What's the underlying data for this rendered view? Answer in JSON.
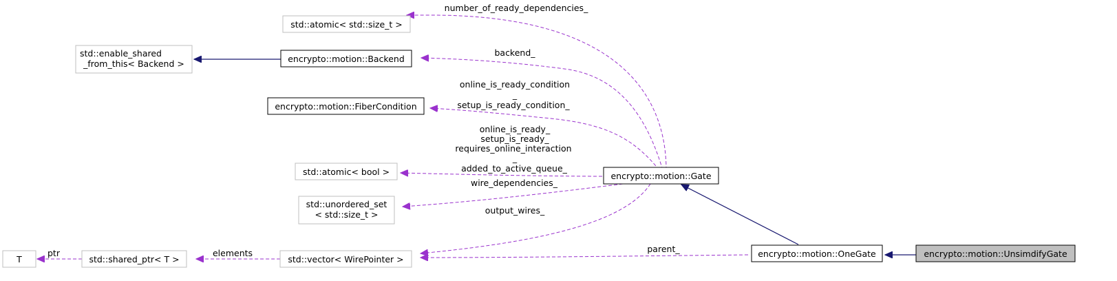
{
  "nodes": {
    "atomic_size_t": "std::atomic< std::size_t >",
    "enable_shared_line1": "std::enable_shared",
    "enable_shared_line2": "_from_this< Backend >",
    "backend": "encrypto::motion::Backend",
    "fiber_condition": "encrypto::motion::FiberCondition",
    "atomic_bool": "std::atomic< bool >",
    "unordered_set_line1": "std::unordered_set",
    "unordered_set_line2": "< std::size_t >",
    "t": "T",
    "shared_ptr": "std::shared_ptr< T >",
    "vector_wire": "std::vector< WirePointer >",
    "gate": "encrypto::motion::Gate",
    "one_gate": "encrypto::motion::OneGate",
    "unsimdify_gate": "encrypto::motion::UnsimdifyGate"
  },
  "edge_labels": {
    "number_of_ready_dependencies": "number_of_ready_dependencies_",
    "backend": "backend_",
    "online_is_ready_condition": "online_is_ready_condition",
    "underscore_1": "_",
    "setup_is_ready_condition": "setup_is_ready_condition_",
    "online_is_ready": "online_is_ready_",
    "setup_is_ready": "setup_is_ready_",
    "requires_online_interaction": "requires_online_interaction",
    "underscore_2": "_",
    "added_to_active_queue": "added_to_active_queue_",
    "wire_dependencies": "wire_dependencies_",
    "output_wires": "output_wires_",
    "ptr": "ptr",
    "elements": "elements",
    "parent": "parent_"
  },
  "colors": {
    "usage_edge": "#9a32cd",
    "inheritance_edge": "#191970",
    "focus_fill": "#bfbfbf",
    "external_border": "#bfbfbf"
  }
}
